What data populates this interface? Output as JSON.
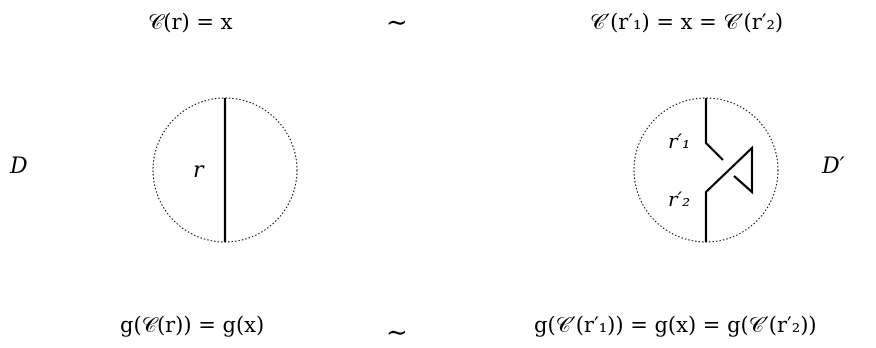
{
  "top": {
    "left_eq": "𝒞(r) = x",
    "sim": "∼",
    "right_eq": "𝒞′(r′₁) = x = 𝒞′(r′₂)"
  },
  "bottom": {
    "left_eq": "g(𝒞(r)) = g(x)",
    "sim": "∼",
    "right_eq": "g(𝒞′(r′₁)) = g(x) = g(𝒞′(r′₂))"
  },
  "diagrams": {
    "left_label": "D",
    "right_label": "D′",
    "strand_left": "r",
    "strand_right_1": "r′₁",
    "strand_right_2": "r′₂"
  }
}
